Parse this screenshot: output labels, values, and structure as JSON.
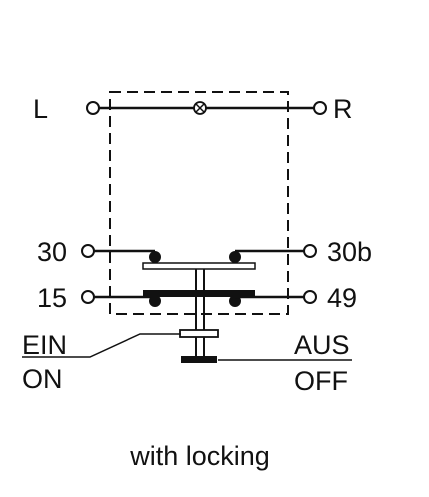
{
  "terminals": {
    "l": "L",
    "r": "R",
    "t30": "30",
    "t30b": "30b",
    "t15": "15",
    "t49": "49"
  },
  "positions": {
    "ein": "EIN",
    "on": "ON",
    "aus": "AUS",
    "off": "OFF"
  },
  "caption": "with locking",
  "colors": {
    "line": "#111111",
    "background": "#ffffff"
  }
}
